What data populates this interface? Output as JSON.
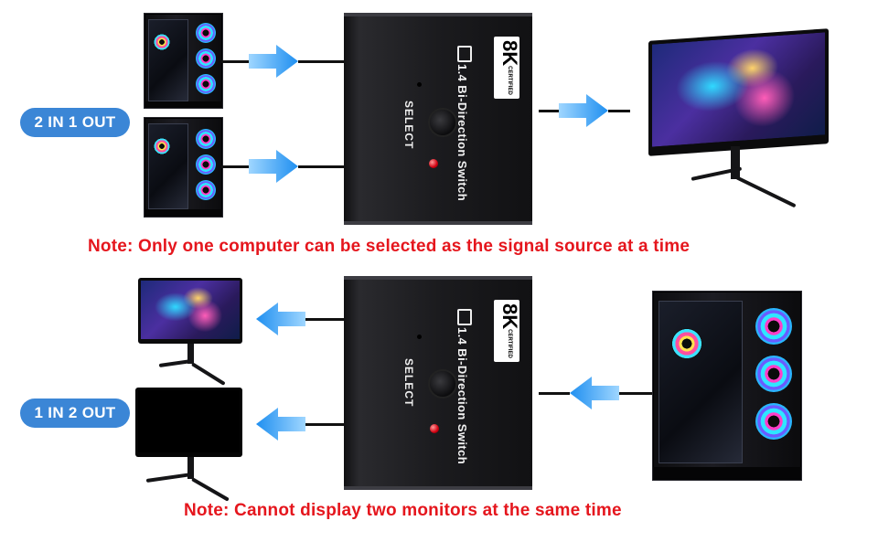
{
  "labels": {
    "mode_top": "2 IN 1 OUT",
    "mode_bottom": "1 IN 2 OUT"
  },
  "notes": {
    "top": "Note: Only one computer can be selected as the signal source at a time",
    "bottom": "Note: Cannot display two monitors at the same time"
  },
  "device": {
    "name": "1.4 Bi-Direction Switch",
    "button_label": "SELECT",
    "badge_main": "8K",
    "badge_sub": "CERTIFIED"
  },
  "colors": {
    "pill": "#3b86d6",
    "note_text": "#e5161d",
    "arrow": "#2a9df4"
  }
}
